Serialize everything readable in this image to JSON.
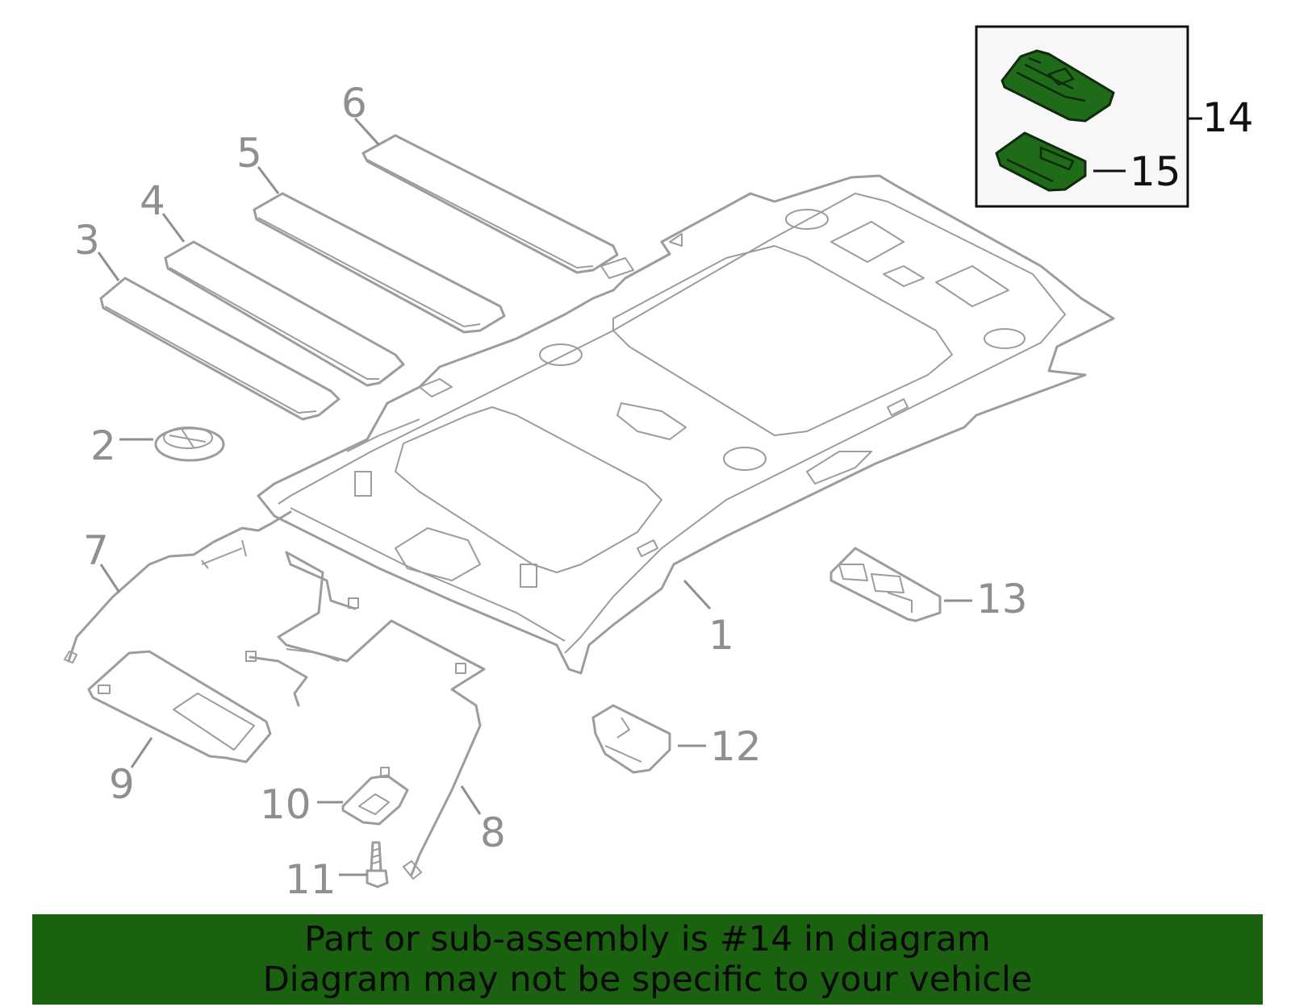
{
  "callouts": {
    "c1": "1",
    "c2": "2",
    "c3": "3",
    "c4": "4",
    "c5": "5",
    "c6": "6",
    "c7": "7",
    "c8": "8",
    "c9": "9",
    "c10": "10",
    "c11": "11",
    "c12": "12",
    "c13": "13",
    "c14": "14",
    "c15": "15"
  },
  "banner": {
    "line1": "Part or sub-assembly is #14 in diagram",
    "line2": "Diagram may not be specific to your vehicle"
  },
  "colors": {
    "highlight": "#1f6b1a",
    "banner": "#1a6110",
    "linework": "#9c9c9c"
  }
}
